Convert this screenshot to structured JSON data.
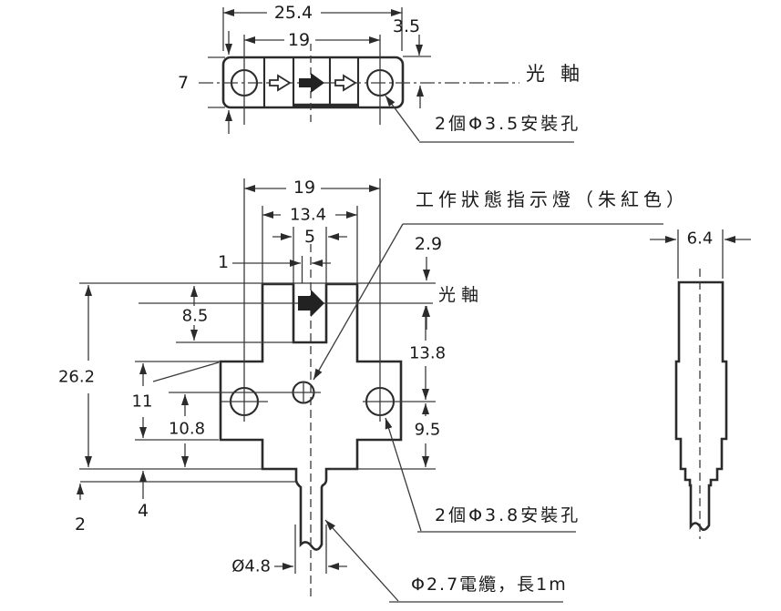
{
  "page": {
    "background": "#ffffff",
    "line_color": "#2b2b2b",
    "text_color": "#1a1a1a",
    "description": "U-slot photoelectric sensor dimension drawing, three views"
  },
  "top_view": {
    "overall_width": "25.4",
    "hole_spacing": "19",
    "edge_to_axis": "3.5",
    "height": "7",
    "optical_axis_label": "光軸",
    "mounting_holes_label": "2個Φ3.5安裝孔"
  },
  "front_view": {
    "hole_spacing": "19",
    "upper_width": "13.4",
    "slot_width": "5",
    "center_offset": "1",
    "top_to_axis": "2.9",
    "slot_depth": "8.5",
    "overall_height": "26.2",
    "wing_height": "11",
    "led_to_bottom": "10.8",
    "axis_to_hole": "13.8",
    "hole_to_bottom": "9.5",
    "wing_to_bottom": "4",
    "bottom_step": "2",
    "bushing_diameter": "Ø4.8",
    "indicator_label": "工作狀態指示燈（朱紅色）",
    "optical_axis_label": "光軸",
    "mounting_holes_label": "2個Φ3.8安裝孔",
    "cable_label": "Φ2.7電纜，長1m"
  },
  "side_view": {
    "width": "6.4"
  }
}
